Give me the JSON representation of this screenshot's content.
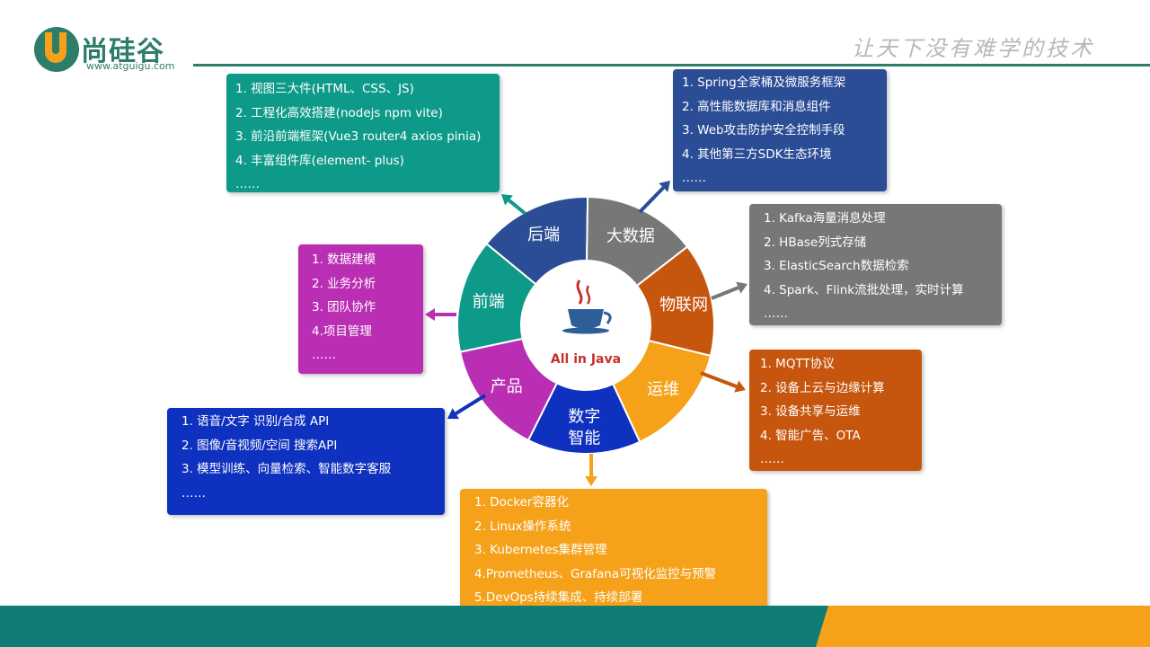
{
  "logo": {
    "name": "尚硅谷",
    "url": "www.atguigu.com"
  },
  "slogan": "让天下没有难学的技术",
  "center": {
    "label": "All in Java",
    "icon": "java-cup-icon"
  },
  "segments": [
    {
      "label": "前端",
      "color": "#0e9a89"
    },
    {
      "label": "后端",
      "color": "#2a4d96"
    },
    {
      "label": "大数据",
      "color": "#777777"
    },
    {
      "label": "物联网",
      "color": "#c6560e"
    },
    {
      "label": "运维",
      "color": "#f5a21a"
    },
    {
      "label": "数字智能",
      "color": "#0f31bf"
    },
    {
      "label": "产品",
      "color": "#ba2eb4"
    }
  ],
  "boxes": {
    "frontend": {
      "color": "#0e9a89",
      "items": [
        "1. 视图三大件(HTML、CSS、JS)",
        "2. 工程化高效搭建(nodejs npm vite)",
        "3. 前沿前端框架(Vue3 router4 axios pinia)",
        "4. 丰富组件库(element- plus)",
        "……"
      ]
    },
    "backend": {
      "color": "#2a4d96",
      "items": [
        "1. Spring全家桶及微服务框架",
        "2. 高性能数据库和消息组件",
        "3. Web攻击防护安全控制手段",
        "4. 其他第三方SDK生态环境",
        "……"
      ]
    },
    "bigdata": {
      "color": "#777777",
      "items": [
        "1. Kafka海量消息处理",
        "2. HBase列式存储",
        "3. ElasticSearch数据检索",
        "4. Spark、Flink流批处理，实时计算",
        "……"
      ]
    },
    "iot": {
      "color": "#c6560e",
      "items": [
        "1. MQTT协议",
        "2. 设备上云与边缘计算",
        "3. 设备共享与运维",
        "4. 智能广告、OTA",
        "……"
      ]
    },
    "ops": {
      "color": "#f5a21a",
      "items": [
        "1. Docker容器化",
        "2. Linux操作系统",
        "3. Kubernetes集群管理",
        "4.Prometheus、Grafana可视化监控与预警",
        "5.DevOps持续集成、持续部署"
      ]
    },
    "ai": {
      "color": "#0f31bf",
      "items": [
        "1. 语音/文字 识别/合成 API",
        "2. 图像/音视频/空间 搜索API",
        "3. 模型训练、向量检索、智能数字客服",
        "……"
      ]
    },
    "product": {
      "color": "#ba2eb4",
      "items": [
        "1. 数据建模",
        "2. 业务分析",
        "3. 团队协作",
        "4.项目管理",
        "……"
      ]
    }
  }
}
